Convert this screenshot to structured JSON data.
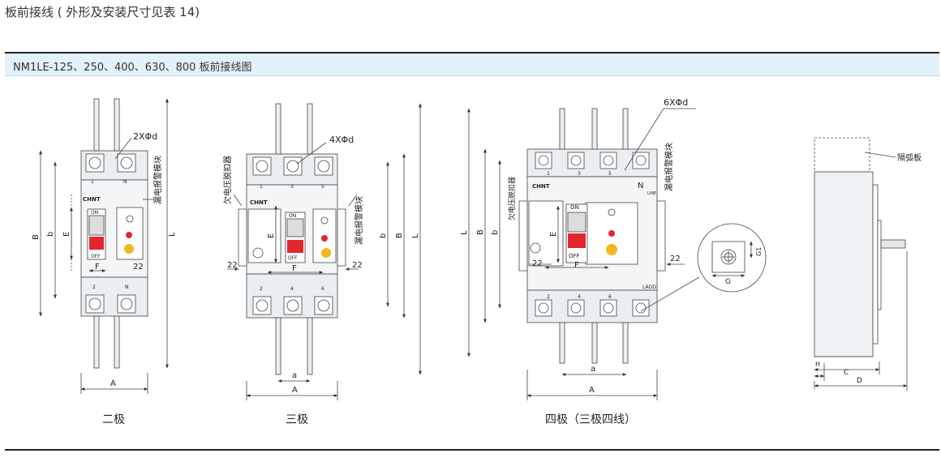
{
  "page_heading": "板前接线 ( 外形及安装尺寸见表 14)",
  "figure_caption": "NM1LE-125、250、400、630、800 板前接线图",
  "brand": "CHNT",
  "views": {
    "two_pole": {
      "caption": "二极",
      "hole_label": "2XΦd",
      "module_label": "漏电报警模块",
      "top_terminals": [
        "1",
        "N"
      ],
      "bottom_terminals": [
        "2",
        "N"
      ],
      "switch_on": "ON",
      "switch_off": "OFF",
      "dims": {
        "B": "B",
        "b": "b",
        "E": "E",
        "L": "L",
        "F": "F",
        "twentytwo": "22",
        "A": "A"
      }
    },
    "three_pole": {
      "caption": "三极",
      "hole_label": "4XΦd",
      "undervoltage_label": "欠电压脱扣器",
      "module_label": "漏电报警模块",
      "top_terminals": [
        "1",
        "3",
        "5"
      ],
      "bottom_terminals": [
        "2",
        "4",
        "6"
      ],
      "switch_on": "ON",
      "switch_off": "OFF",
      "dims": {
        "E": "E",
        "b": "b",
        "B": "B",
        "L": "L",
        "F": "F",
        "left22": "22",
        "right22": "22",
        "a": "a",
        "A": "A"
      }
    },
    "four_pole": {
      "caption": "四极（三极四线）",
      "hole_label": "6XΦd",
      "undervoltage_label": "欠电压脱扣器",
      "module_label": "漏电报警模块",
      "top_terminals": [
        "1",
        "3",
        "5"
      ],
      "bottom_terminals": [
        "2",
        "4",
        "6"
      ],
      "line_label": "LINE",
      "load_label": "LAOD",
      "n_label": "N",
      "switch_on": "ON",
      "switch_off": "OFF",
      "dims": {
        "L": "L",
        "B": "B",
        "b": "b",
        "E": "E",
        "F": "F",
        "twentytwo_left": "22",
        "twentytwo_right": "22",
        "a": "a",
        "A": "A"
      },
      "detail": {
        "G": "G",
        "G1": "G1"
      }
    },
    "side": {
      "arc_shield_label": "隔弧板",
      "dims": {
        "H": "H",
        "C": "C",
        "D": "D"
      }
    }
  }
}
